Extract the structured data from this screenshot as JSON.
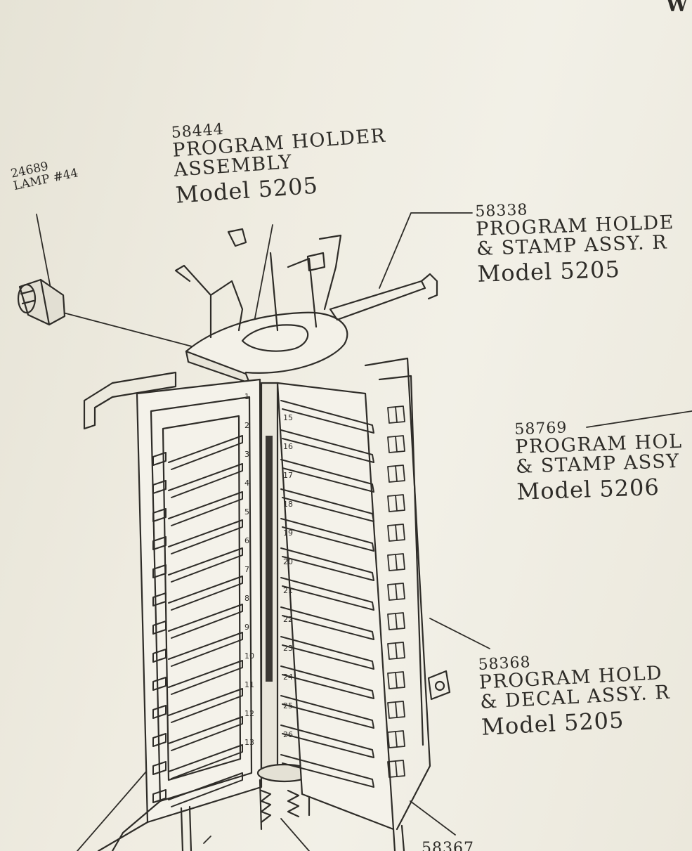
{
  "labels": {
    "lamp": {
      "part": "24689",
      "name": "LAMP #44"
    },
    "holder_assembly": {
      "part": "58444",
      "line1": "PROGRAM HOLDER",
      "line2": "ASSEMBLY",
      "model": "Model 5205"
    },
    "holder_stamp_r": {
      "part": "58338",
      "line1": "PROGRAM HOLDE",
      "line2": "& STAMP ASSY. R",
      "model": "Model 5205"
    },
    "holder_stamp_5206": {
      "part": "58769",
      "line1": "PROGRAM HOL",
      "line2": "& STAMP ASSY",
      "model": "Model 5206"
    },
    "holder_decal": {
      "part": "58368",
      "line1": "PROGRAM HOLD",
      "line2": "& DECAL ASSY. R",
      "model": "Model 5205"
    },
    "bottom_part": {
      "part": "58367"
    },
    "corner_text": "W"
  },
  "slot_numbers": {
    "left": [
      "1",
      "2",
      "3",
      "4",
      "5",
      "6",
      "7",
      "8",
      "9",
      "10",
      "11",
      "12",
      "13"
    ],
    "right": [
      "15",
      "16",
      "17",
      "18",
      "19",
      "20",
      "21",
      "22",
      "23",
      "24",
      "25",
      "26"
    ]
  },
  "colors": {
    "ink": "#2e2c28",
    "paper": "#efece1"
  }
}
